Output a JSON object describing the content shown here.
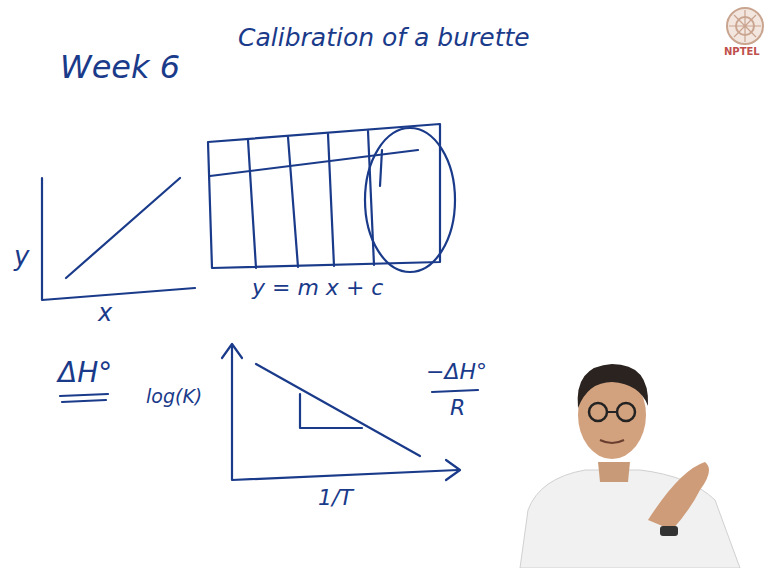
{
  "diagram": {
    "labels": [
      "Week 6",
      "Calibration of a burette",
      "NPTEL",
      "y",
      "x",
      "y = m x + c",
      "ΔH°",
      "log(K)",
      "1/T",
      "−ΔH°",
      "R"
    ]
  }
}
